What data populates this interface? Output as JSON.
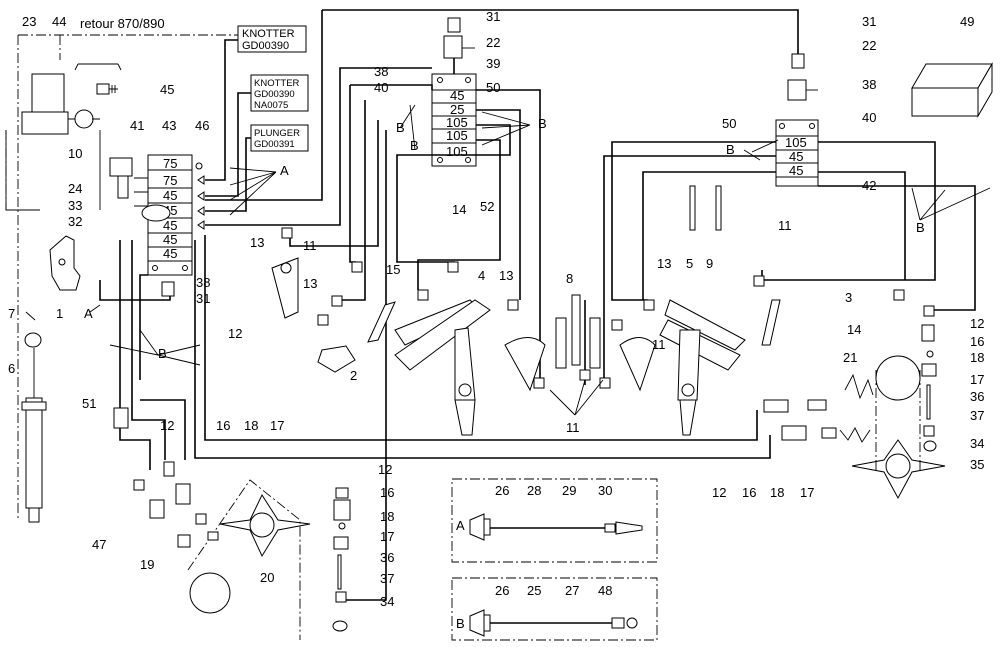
{
  "header_label": "retour 870/890",
  "tags": {
    "knotter1": [
      "KNOTTER",
      "GD00390"
    ],
    "knotter2": [
      "KNOTTER",
      "GD00390",
      "NA0075"
    ],
    "plunger": [
      "PLUNGER",
      "GD00391"
    ]
  },
  "left_block": [
    "75",
    "75",
    "45",
    "45",
    "45",
    "45",
    "45"
  ],
  "center_block": [
    "45",
    "25",
    "105",
    "105",
    "105"
  ],
  "right_block": [
    "105",
    "45",
    "45"
  ],
  "callouts": {
    "c1": "1",
    "c2": "2",
    "c3": "3",
    "c4": "4",
    "c5": "5",
    "c6": "6",
    "c7": "7",
    "c8": "8",
    "c9": "9",
    "c10": "10",
    "c11a": "11",
    "c11b": "11",
    "c11c": "11",
    "c11d": "11",
    "c12a": "12",
    "c12b": "12",
    "c12c": "12",
    "c12d": "12",
    "c12e": "12",
    "c13a": "13",
    "c13b": "13",
    "c13c": "13",
    "c13d": "13",
    "c14a": "14",
    "c14b": "14",
    "c15": "15",
    "c16a": "16",
    "c16b": "16",
    "c16c": "16",
    "c16d": "16",
    "c17a": "17",
    "c17b": "17",
    "c17c": "17",
    "c17d": "17",
    "c18a": "18",
    "c18b": "18",
    "c18c": "18",
    "c18d": "18",
    "c19": "19",
    "c20": "20",
    "c21": "21",
    "c22a": "22",
    "c22b": "22",
    "c23": "23",
    "c24": "24",
    "c25": "25",
    "c26a": "26",
    "c26b": "26",
    "c27": "27",
    "c28": "28",
    "c29": "29",
    "c30": "30",
    "c31a": "31",
    "c31b": "31",
    "c31c": "31",
    "c32": "32",
    "c33": "33",
    "c34a": "34",
    "c34b": "34",
    "c35": "35",
    "c36a": "36",
    "c36b": "36",
    "c37a": "37",
    "c37b": "37",
    "c38a": "38",
    "c38b": "38",
    "c38c": "38",
    "c39": "39",
    "c40a": "40",
    "c40b": "40",
    "c41": "41",
    "c42": "42",
    "c43": "43",
    "c44": "44",
    "c45": "45",
    "c46": "46",
    "c47": "47",
    "c48": "48",
    "c49": "49",
    "c50a": "50",
    "c50b": "50",
    "c51": "51",
    "c52": "52"
  },
  "line_letters": {
    "A1": "A",
    "A2": "A",
    "A3": "A",
    "B1": "B",
    "B2": "B",
    "B3": "B",
    "B4": "B",
    "B5": "B",
    "B6": "B",
    "B7": "B"
  }
}
